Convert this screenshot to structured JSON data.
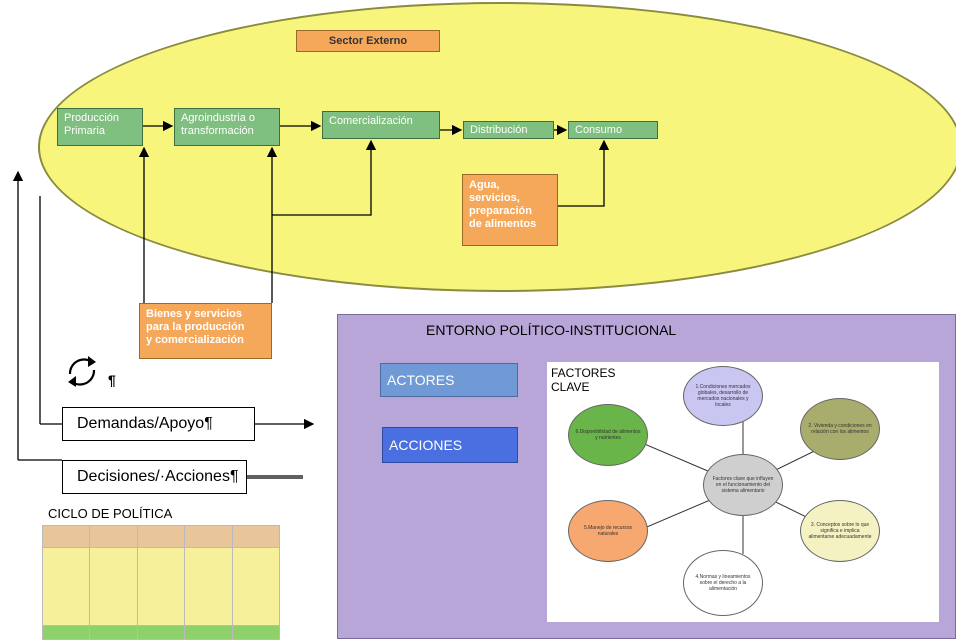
{
  "sector_externo": "Sector Externo",
  "chain": {
    "produccion": "Producción\nPrimaria",
    "agroindustria": "Agroindustria o\ntransformación",
    "comercializacion": "Comercialización",
    "distribucion": "Distribución",
    "consumo": "Consumo"
  },
  "agua": "Agua,\nservicios,\npreparación\nde alimentos",
  "bienes": "Bienes y servicios\npara la producción\ny comercialización",
  "paragraph_mark": "¶",
  "demandas": "Demandas/Apoyo¶",
  "decisiones": "Decisiones/·Acciones¶",
  "ciclo_title": "CICLO DE POLÍTICA",
  "entorno": {
    "title": "ENTORNO POLÍTICO-INSTITUCIONAL",
    "actores": "ACTORES",
    "acciones": "ACCIONES",
    "factores_clave": "FACTORES\nCLAVE"
  },
  "factores": {
    "center": "Factores clave que influyen en el funcionamiento del sistema alimentario",
    "c1": "1.Condiciones mercados globales, desarrollo de mercados nacionales y locales",
    "c2": "2. Vivienda y condiciones en relación con los alimentos",
    "c3": "3. Conceptos sobre lo que significa e implica alimentarse adecuadamente",
    "c4": "4.Normas y lineamientos sobre el derecho a la alimentación",
    "c5": "5.Manejo de recursos naturales",
    "c6": "6.Disponibilidad de alimentos y nutrientes"
  },
  "colors": {
    "ellipse": "#f8f57d",
    "green_box": "#7fbf7f",
    "orange_box": "#f6a85a",
    "purple_panel": "#b9a6d8",
    "actores": "#6f9ad6",
    "acciones": "#4a6fe0"
  },
  "icons": [
    "refresh-cycle-icon"
  ]
}
